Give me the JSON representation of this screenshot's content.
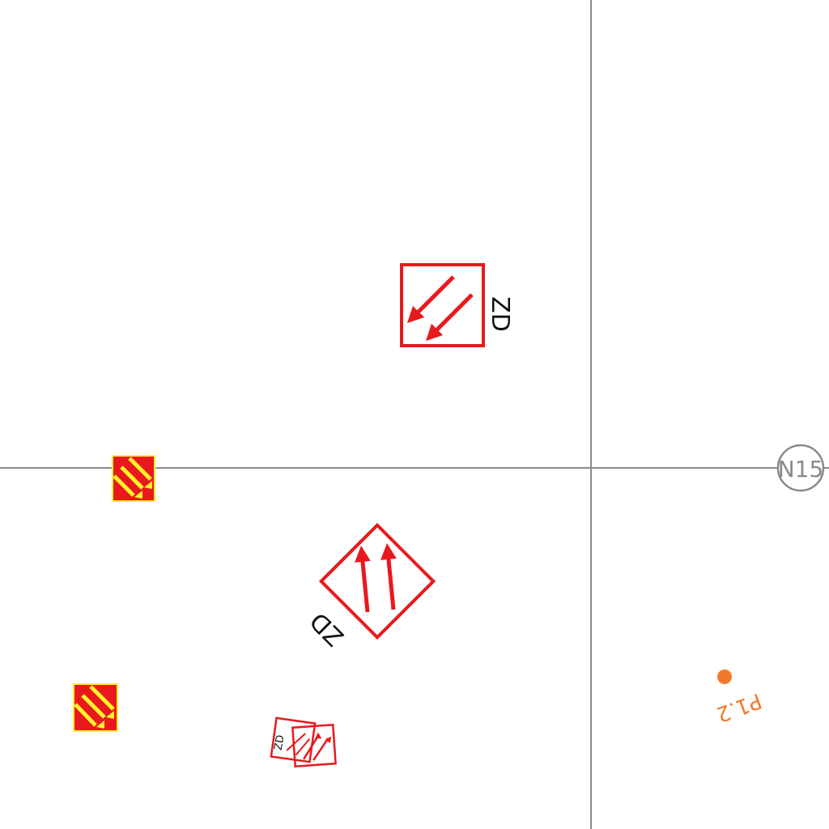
{
  "colors": {
    "background": "#ffffff",
    "grid_line": "#8a8a8a",
    "sign_red": "#e8191c",
    "sign_yellow": "#fff12b",
    "point_orange": "#f07a2c",
    "label_black": "#111111"
  },
  "grid": {
    "node_label": "N15"
  },
  "signs": [
    {
      "kind": "arrow-sign",
      "label": "ZD",
      "arrows": "down-left"
    },
    {
      "kind": "arrow-sign",
      "label": "ZD",
      "arrows": "up"
    },
    {
      "kind": "small-arrow-sign",
      "label": "ZD"
    },
    {
      "kind": "hazard-marker",
      "label": ""
    },
    {
      "kind": "hazard-marker",
      "label": ""
    }
  ],
  "points": [
    {
      "label": "P1.2"
    }
  ]
}
